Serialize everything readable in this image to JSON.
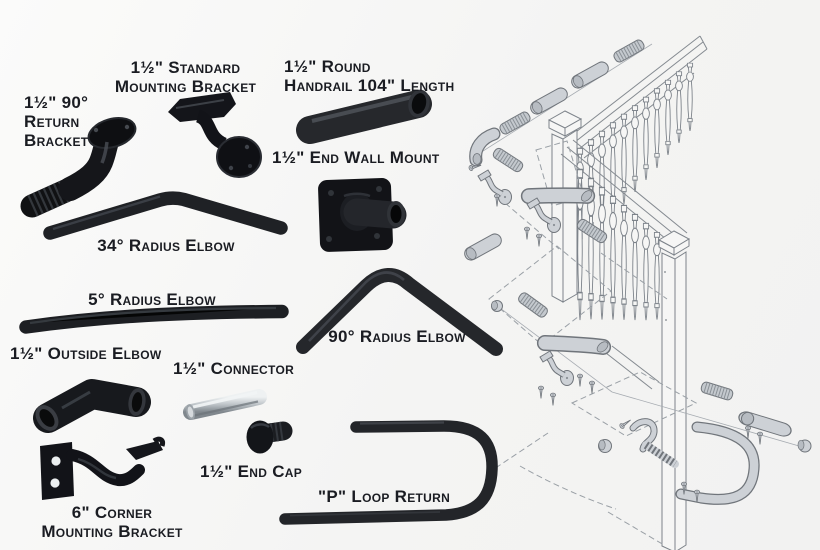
{
  "colors": {
    "background": "#f4f4f3",
    "label_text": "#1a1c22",
    "product_black": "#17181b",
    "connector_silver": "#c9ced2",
    "diagram_line": "#7d838a",
    "diagram_part_fill": "#cdd1d6"
  },
  "parts": {
    "return_bracket": {
      "label_lines": [
        "1½\" 90°",
        "Return",
        "Bracket"
      ]
    },
    "standard_mounting_bracket": {
      "label_lines": [
        "1½\" Standard",
        "Mounting Bracket"
      ]
    },
    "round_handrail": {
      "label_lines": [
        "1½\" Round",
        "Handrail 104\" Length"
      ]
    },
    "end_wall_mount": {
      "label": "1½\" End Wall Mount"
    },
    "elbow_34": {
      "label": "34° Radius Elbow"
    },
    "elbow_5": {
      "label": "5° Radius Elbow"
    },
    "outside_elbow": {
      "label": "1½\" Outside Elbow"
    },
    "connector": {
      "label": "1½\" Connector"
    },
    "elbow_90": {
      "label": "90° Radius Elbow"
    },
    "end_cap": {
      "label": "1½\" End Cap"
    },
    "corner_mounting_bracket": {
      "label_lines": [
        "6\" Corner",
        "Mounting Bracket"
      ]
    },
    "p_loop_return": {
      "label": "\"P\" Loop Return"
    }
  }
}
